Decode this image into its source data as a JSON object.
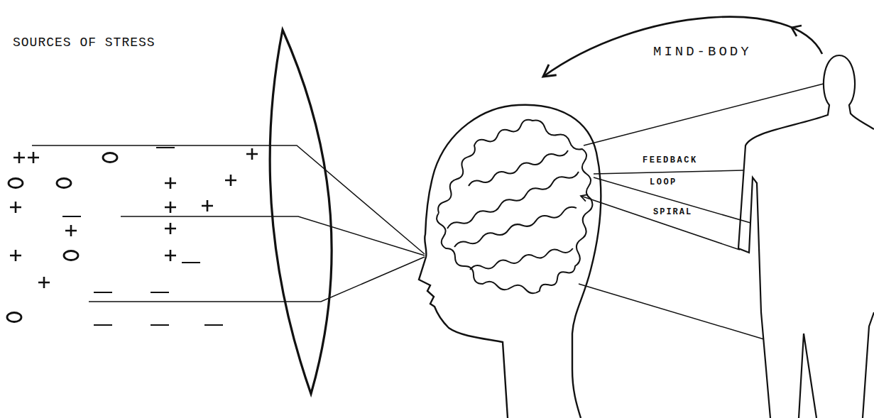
{
  "diagram": {
    "labels": [
      "SOURCES OF STRESS",
      "MIND-BODY",
      "FEEDBACK",
      "LOOP",
      "SPIRAL"
    ]
  }
}
